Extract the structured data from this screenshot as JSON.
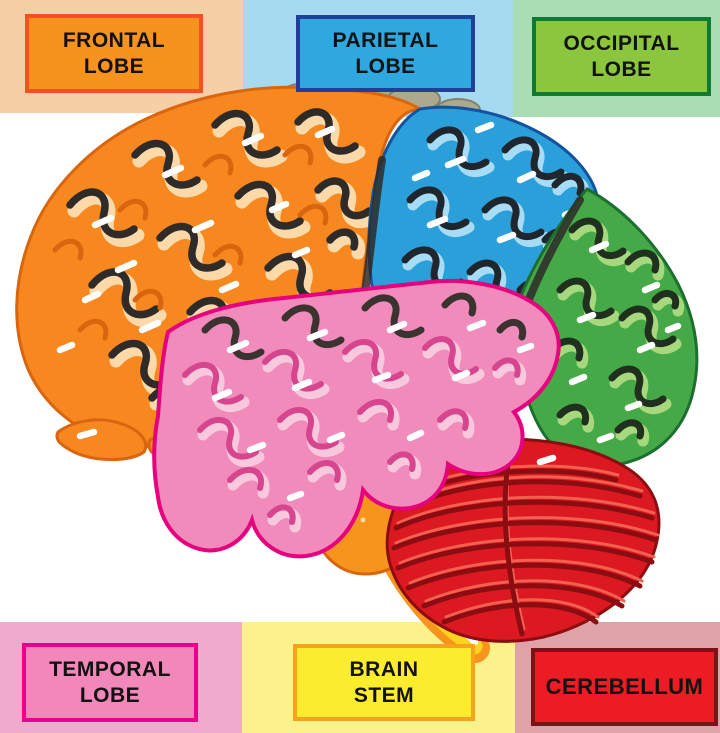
{
  "title": "Human brain lateral view with labeled lobes",
  "labels": {
    "frontal": {
      "line1": "FRONTAL",
      "line2": "LOBE"
    },
    "parietal": {
      "line1": "PARIETAL",
      "line2": "LOBE"
    },
    "occipital": {
      "line1": "OCCIPITAL",
      "line2": "LOBE"
    },
    "temporal": {
      "line1": "TEMPORAL",
      "line2": "LOBE"
    },
    "brainstem": {
      "line1": "BRAIN",
      "line2": "STEM"
    },
    "cerebellum": {
      "line1": "CEREBELLUM",
      "line2": ""
    }
  },
  "regions": [
    {
      "name": "Frontal lobe",
      "color": "#F6881F"
    },
    {
      "name": "Parietal lobe",
      "color": "#2B9FD9"
    },
    {
      "name": "Occipital lobe",
      "color": "#46A948"
    },
    {
      "name": "Temporal lobe",
      "color": "#F08BBC"
    },
    {
      "name": "Brain stem",
      "color": "#F7941D"
    },
    {
      "name": "Cerebellum",
      "color": "#DC1820"
    }
  ],
  "colors": {
    "label-text": "#121212",
    "sulci": "#2e2b29",
    "frontal-main": "#F6881F",
    "frontal-dark": "#D9650F",
    "frontal-light": "#FCD9A8",
    "parietal-main": "#2B9FD9",
    "parietal-dark": "#14539E",
    "parietal-light": "#A6DCF5",
    "occipital-main": "#46A948",
    "occipital-dark": "#1D6F2F",
    "occipital-light": "#A8D87E",
    "temporal-main": "#F08BBC",
    "temporal-dark": "#E6017E",
    "temporal-light": "#F8C8DD",
    "cerebellum-main": "#DC1820",
    "cerebellum-dark": "#8B0D12",
    "cerebellum-light": "#F3604F",
    "stem-main": "#F7941D",
    "stem-light": "#FFD21E",
    "bg-tl": "#F6CFA6",
    "bg-tm": "#A5DAF0",
    "bg-tr": "#ABDDB4",
    "bg-bl": "#F0AACE",
    "bg-bm": "#FBF28C",
    "bg-br": "#DEA2A8",
    "box-frontal-fill": "#F6921E",
    "box-frontal-border": "#F1521F",
    "box-parietal-fill": "#2FA8DF",
    "box-parietal-border": "#1F3F99",
    "box-occipital-fill": "#8CC63F",
    "box-occipital-border": "#0F7A33",
    "box-temporal-fill": "#F287B9",
    "box-temporal-border": "#EB008B",
    "box-brainstem-fill": "#FCEC2E",
    "box-brainstem-border": "#F7A21B",
    "box-cerebellum-fill": "#EC1C24",
    "box-cerebellum-border": "#791317"
  }
}
